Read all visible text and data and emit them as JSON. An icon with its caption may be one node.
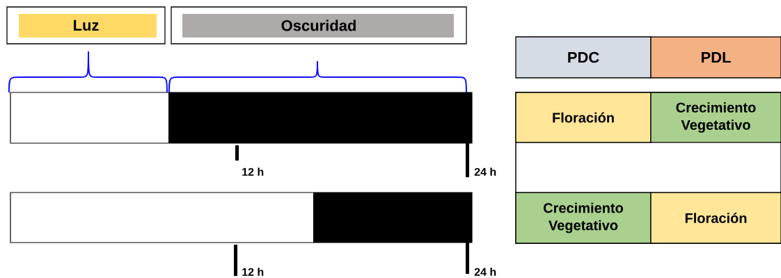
{
  "diagram": {
    "nodes": [
      {
        "text": [
          "Luz"
        ]
      },
      {
        "text": [
          "Oscuridad"
        ]
      },
      {
        "text": [
          "PDC"
        ]
      },
      {
        "text": [
          "PDL"
        ]
      },
      {
        "text": [
          "Floración"
        ]
      },
      {
        "text": [
          "Crecimiento Vegetativo"
        ]
      },
      {
        "text": [
          "Crecimiento Vegetativo"
        ]
      },
      {
        "text": [
          "Floración"
        ]
      }
    ],
    "edges": [],
    "labels": [
      "12 h",
      "24 h",
      "12 h",
      "24 h"
    ]
  }
}
